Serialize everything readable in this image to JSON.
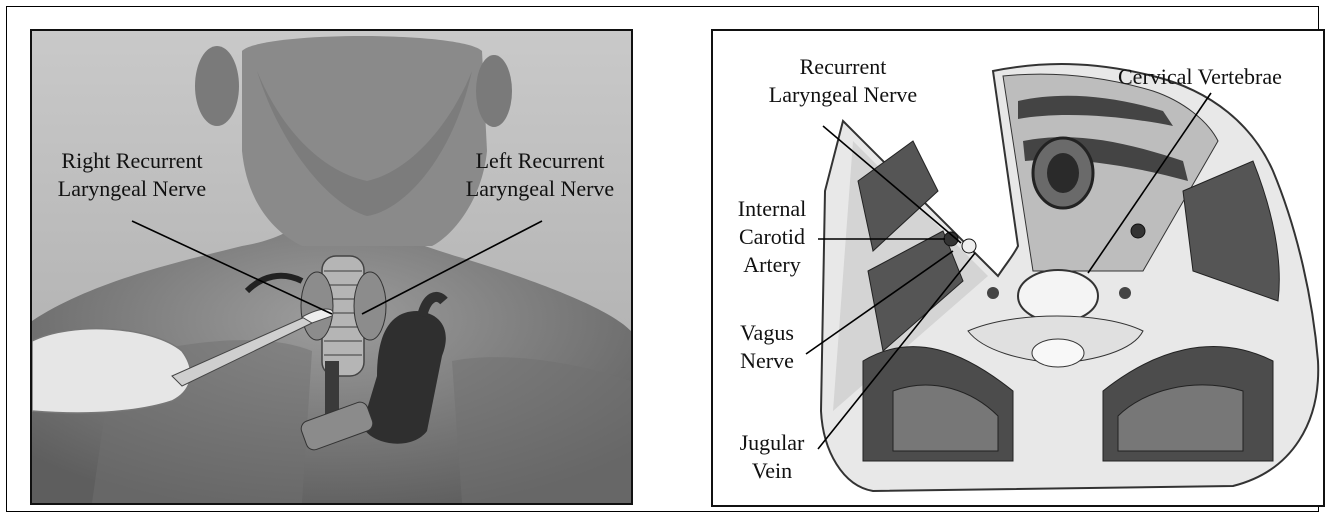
{
  "left_panel": {
    "labels": {
      "right_nerve": [
        "Right Recurrent",
        "Laryngeal Nerve"
      ],
      "left_nerve": [
        "Left Recurrent",
        "Laryngeal Nerve"
      ]
    }
  },
  "right_panel": {
    "labels": {
      "recurrent_nerve": [
        "Recurrent",
        "Laryngeal Nerve"
      ],
      "cervical_vertebrae": "Cervical Vertebrae",
      "internal_carotid": [
        "Internal",
        "Carotid",
        "Artery"
      ],
      "vagus_nerve": [
        "Vagus",
        "Nerve"
      ],
      "jugular_vein": [
        "Jugular",
        "Vein"
      ]
    }
  },
  "colors": {
    "frame": "#000000",
    "skin": "#9a9a9a",
    "muscle": "#555555",
    "bone": "#eeeeee"
  }
}
